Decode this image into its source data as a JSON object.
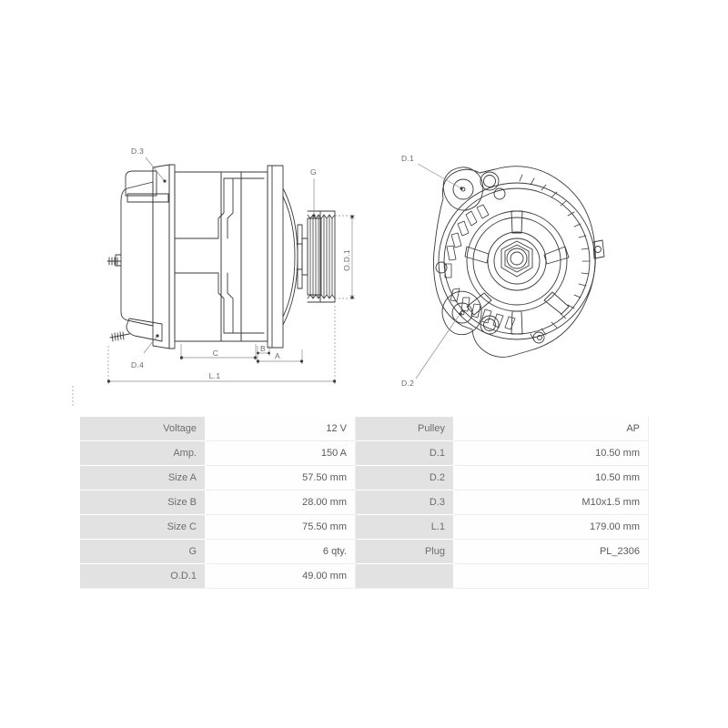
{
  "drawings": {
    "side_view": {
      "name": "alternator-side-view",
      "callouts": [
        {
          "id": "d3",
          "label": "D.3"
        },
        {
          "id": "d4",
          "label": "D.4"
        },
        {
          "id": "g",
          "label": "G"
        },
        {
          "id": "od1",
          "label": "O.D.1"
        },
        {
          "id": "a",
          "label": "A"
        },
        {
          "id": "b",
          "label": "B"
        },
        {
          "id": "c",
          "label": "C"
        },
        {
          "id": "l1",
          "label": "L.1"
        }
      ]
    },
    "front_view": {
      "name": "alternator-front-view",
      "callouts": [
        {
          "id": "d1",
          "label": "D.1"
        },
        {
          "id": "d2",
          "label": "D.2"
        }
      ]
    }
  },
  "spec_table": {
    "rows": [
      {
        "label_left": "Voltage",
        "value_left": "12 V",
        "label_right": "Pulley",
        "value_right": "AP"
      },
      {
        "label_left": "Amp.",
        "value_left": "150 A",
        "label_right": "D.1",
        "value_right": "10.50 mm"
      },
      {
        "label_left": "Size A",
        "value_left": "57.50 mm",
        "label_right": "D.2",
        "value_right": "10.50 mm"
      },
      {
        "label_left": "Size B",
        "value_left": "28.00 mm",
        "label_right": "D.3",
        "value_right": "M10x1.5 mm"
      },
      {
        "label_left": "Size C",
        "value_left": "75.50 mm",
        "label_right": "L.1",
        "value_right": "179.00 mm"
      },
      {
        "label_left": "G",
        "value_left": "6 qty.",
        "label_right": "Plug",
        "value_right": "PL_2306"
      },
      {
        "label_left": "O.D.1",
        "value_left": "49.00 mm",
        "label_right": "",
        "value_right": ""
      }
    ]
  },
  "colors": {
    "background": "#ffffff",
    "line": "#3a3a3a",
    "dim_line": "#8a8a8a",
    "label_cell_bg": "#e2e2e2",
    "value_cell_bg": "#fefefe",
    "text": "#5a5a5a"
  }
}
